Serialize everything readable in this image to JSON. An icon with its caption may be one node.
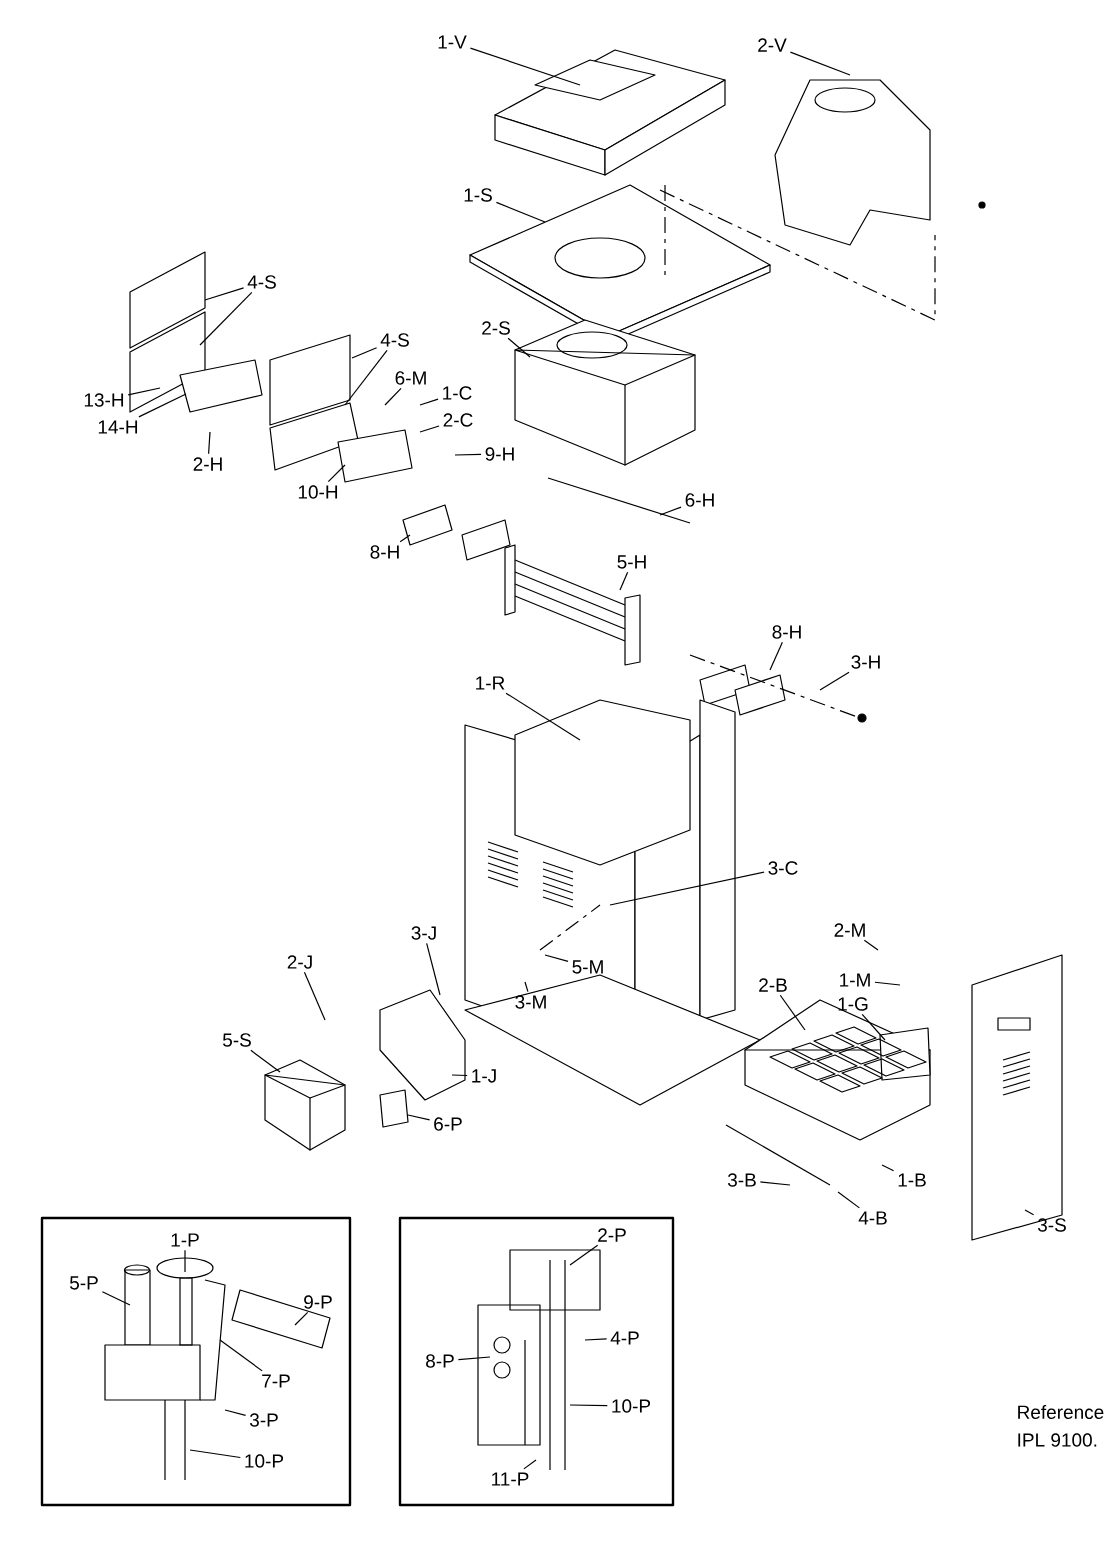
{
  "diagram": {
    "nodes": [
      {
        "text": [
          "1-V"
        ]
      },
      {
        "text": [
          "2-V"
        ]
      },
      {
        "text": [
          "1-S"
        ]
      },
      {
        "text": [
          "4-S"
        ]
      },
      {
        "text": [
          "2-S"
        ]
      },
      {
        "text": [
          "4-S"
        ]
      },
      {
        "text": [
          "6-M"
        ]
      },
      {
        "text": [
          "1-C"
        ]
      },
      {
        "text": [
          "2-C"
        ]
      },
      {
        "text": [
          "13-H"
        ]
      },
      {
        "text": [
          "14-H"
        ]
      },
      {
        "text": [
          "2-H"
        ]
      },
      {
        "text": [
          "9-H"
        ]
      },
      {
        "text": [
          "10-H"
        ]
      },
      {
        "text": [
          "6-H"
        ]
      },
      {
        "text": [
          "8-H"
        ]
      },
      {
        "text": [
          "5-H"
        ]
      },
      {
        "text": [
          "8-H"
        ]
      },
      {
        "text": [
          "3-H"
        ]
      },
      {
        "text": [
          "1-R"
        ]
      },
      {
        "text": [
          "3-C"
        ]
      },
      {
        "text": [
          "2-M"
        ]
      },
      {
        "text": [
          "1-M"
        ]
      },
      {
        "text": [
          "2-B"
        ]
      },
      {
        "text": [
          "1-G"
        ]
      },
      {
        "text": [
          "3-J"
        ]
      },
      {
        "text": [
          "2-J"
        ]
      },
      {
        "text": [
          "5-M"
        ]
      },
      {
        "text": [
          "3-M"
        ]
      },
      {
        "text": [
          "5-S"
        ]
      },
      {
        "text": [
          "1-J"
        ]
      },
      {
        "text": [
          "6-P"
        ]
      },
      {
        "text": [
          "3-B"
        ]
      },
      {
        "text": [
          "1-B"
        ]
      },
      {
        "text": [
          "4-B"
        ]
      },
      {
        "text": [
          "3-S"
        ]
      },
      {
        "text": [
          "1-P"
        ]
      },
      {
        "text": [
          "5-P"
        ]
      },
      {
        "text": [
          "9-P"
        ]
      },
      {
        "text": [
          "7-P"
        ]
      },
      {
        "text": [
          "3-P"
        ]
      },
      {
        "text": [
          "10-P"
        ]
      },
      {
        "text": [
          "2-P"
        ]
      },
      {
        "text": [
          "8-P"
        ]
      },
      {
        "text": [
          "4-P"
        ]
      },
      {
        "text": [
          "10-P"
        ]
      },
      {
        "text": [
          "11-P"
        ]
      }
    ],
    "edges": [
      {
        "from": 0,
        "to": null,
        "arrow": "none"
      },
      {
        "from": 1,
        "to": null,
        "arrow": "none"
      },
      {
        "from": 2,
        "to": null,
        "arrow": "none"
      },
      {
        "from": 3,
        "to": null,
        "arrow": "none"
      },
      {
        "from": 3,
        "to": null,
        "arrow": "none"
      },
      {
        "from": 4,
        "to": null,
        "arrow": "none"
      },
      {
        "from": 5,
        "to": null,
        "arrow": "none"
      },
      {
        "from": 5,
        "to": null,
        "arrow": "none"
      },
      {
        "from": 6,
        "to": null,
        "arrow": "none"
      },
      {
        "from": 7,
        "to": null,
        "arrow": "none"
      },
      {
        "from": 8,
        "to": null,
        "arrow": "none"
      },
      {
        "from": 9,
        "to": null,
        "arrow": "none"
      },
      {
        "from": 10,
        "to": null,
        "arrow": "none"
      },
      {
        "from": 11,
        "to": null,
        "arrow": "none"
      },
      {
        "from": 12,
        "to": null,
        "arrow": "none"
      },
      {
        "from": 13,
        "to": null,
        "arrow": "none"
      },
      {
        "from": 14,
        "to": null,
        "arrow": "none"
      },
      {
        "from": 15,
        "to": null,
        "arrow": "none"
      },
      {
        "from": 16,
        "to": null,
        "arrow": "none"
      },
      {
        "from": 17,
        "to": null,
        "arrow": "none"
      },
      {
        "from": 18,
        "to": null,
        "arrow": "none"
      },
      {
        "from": 19,
        "to": null,
        "arrow": "none"
      },
      {
        "from": 20,
        "to": null,
        "arrow": "none"
      },
      {
        "from": 21,
        "to": null,
        "arrow": "none"
      },
      {
        "from": 22,
        "to": null,
        "arrow": "none"
      },
      {
        "from": 23,
        "to": null,
        "arrow": "none"
      },
      {
        "from": 24,
        "to": null,
        "arrow": "none"
      },
      {
        "from": 25,
        "to": null,
        "arrow": "none"
      },
      {
        "from": 26,
        "to": null,
        "arrow": "none"
      },
      {
        "from": 27,
        "to": null,
        "arrow": "none"
      },
      {
        "from": 28,
        "to": null,
        "arrow": "none"
      },
      {
        "from": 29,
        "to": null,
        "arrow": "none"
      },
      {
        "from": 30,
        "to": null,
        "arrow": "none"
      },
      {
        "from": 31,
        "to": null,
        "arrow": "none"
      },
      {
        "from": 32,
        "to": null,
        "arrow": "none"
      },
      {
        "from": 33,
        "to": null,
        "arrow": "none"
      },
      {
        "from": 34,
        "to": null,
        "arrow": "none"
      },
      {
        "from": 35,
        "to": null,
        "arrow": "none"
      },
      {
        "from": 36,
        "to": null,
        "arrow": "none"
      },
      {
        "from": 37,
        "to": null,
        "arrow": "none"
      },
      {
        "from": 38,
        "to": null,
        "arrow": "none"
      },
      {
        "from": 39,
        "to": null,
        "arrow": "none"
      },
      {
        "from": 40,
        "to": null,
        "arrow": "none"
      },
      {
        "from": 41,
        "to": null,
        "arrow": "none"
      },
      {
        "from": 42,
        "to": null,
        "arrow": "none"
      },
      {
        "from": 43,
        "to": null,
        "arrow": "none"
      },
      {
        "from": 44,
        "to": null,
        "arrow": "none"
      },
      {
        "from": 45,
        "to": null,
        "arrow": "none"
      },
      {
        "from": 46,
        "to": null,
        "arrow": "none"
      }
    ],
    "labels": [
      "Reference",
      "IPL 9100."
    ]
  }
}
